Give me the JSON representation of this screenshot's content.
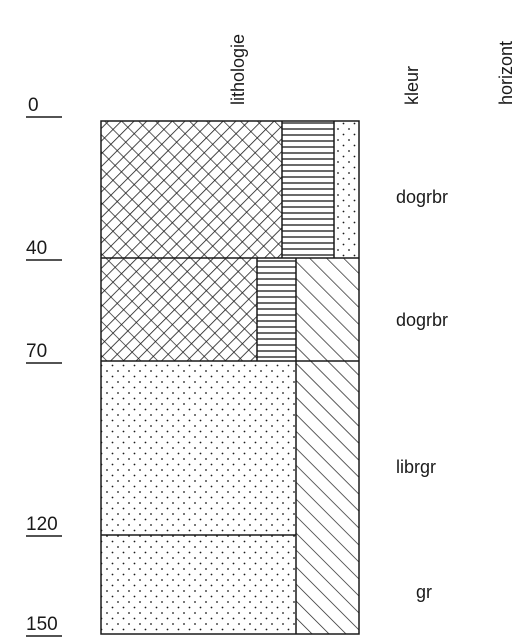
{
  "headers": {
    "lithology": "lithologie",
    "colour": "kleur",
    "horizon": "horizont"
  },
  "depths": [
    "0",
    "40",
    "70",
    "120",
    "150"
  ],
  "colours": [
    "dogrbr",
    "dogrbr",
    "librgr",
    "gr"
  ]
}
